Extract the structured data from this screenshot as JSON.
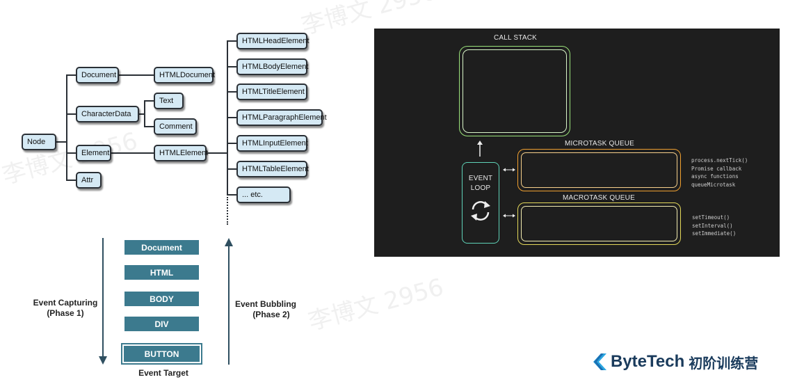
{
  "dom_tree": {
    "root": "Node",
    "level1": [
      "Document",
      "CharacterData",
      "Element",
      "Attr"
    ],
    "document_child": "HTMLDocument",
    "characterdata_children": [
      "Text",
      "Comment"
    ],
    "element_child": "HTMLElement",
    "htmlelement_children": [
      "HTMLHeadElement",
      "HTMLBodyElement",
      "HTMLTitleElement",
      "HTMLParagraphElement",
      "HTMLInputElement",
      "HTMLTableElement",
      "... etc."
    ]
  },
  "event_flow": {
    "elements": [
      "Document",
      "HTML",
      "BODY",
      "DIV",
      "BUTTON"
    ],
    "capturing_label": "Event Capturing",
    "capturing_phase": "(Phase 1)",
    "bubbling_label": "Event Bubbling",
    "bubbling_phase": "(Phase 2)",
    "target_label": "Event Target"
  },
  "event_loop": {
    "call_stack": "CALL STACK",
    "microtask_queue": "MICROTASK QUEUE",
    "macrotask_queue": "MACROTASK QUEUE",
    "loop_line1": "EVENT",
    "loop_line2": "LOOP",
    "microtasks": [
      "process.nextTick()",
      "Promise callback",
      "async functions",
      "queueMicrotask"
    ],
    "macrotasks": [
      "setTimeout()",
      "setInterval()",
      "setImmediate()"
    ],
    "colors": {
      "background": "#1e1e1e",
      "call_stack": "#9be37a",
      "microtask": "#f0a030",
      "macrotask": "#e3d85a",
      "event_loop": "#5fd3b8"
    }
  },
  "watermark": "李博文 2956",
  "brand": {
    "name": "ByteTech",
    "subtitle": "初阶训练营"
  }
}
